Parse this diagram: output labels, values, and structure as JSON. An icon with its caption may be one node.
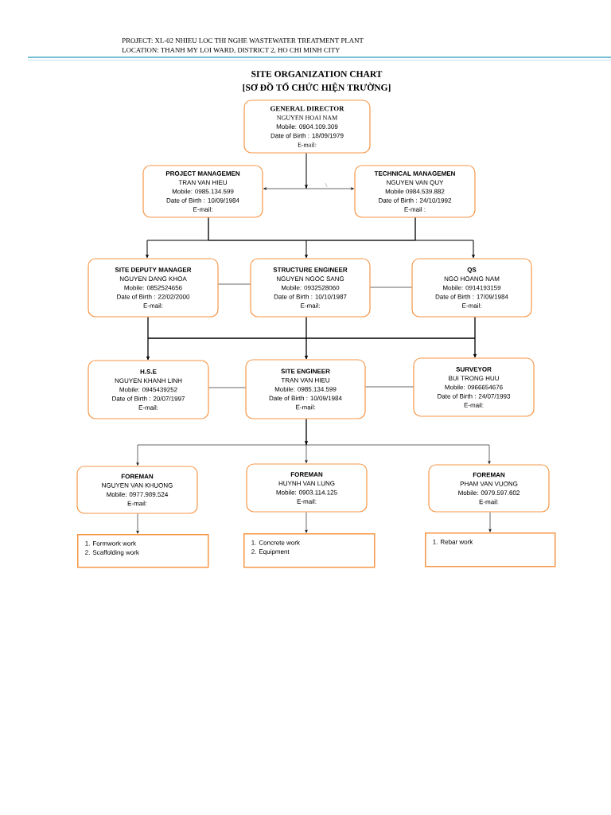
{
  "diagram": {
    "title": "SITE ORGANIZATION CHART [SƠ ĐỒ TỔ CHỨC HIỆN TRƯỜNG]",
    "nodes": [
      {
        "text": [
          "GENERAL DIRECTOR",
          "NGUYEN HOAI NAM",
          "Mobile: 0904.109.309",
          "Date of Birth : 18/09/1979",
          "E-mail:"
        ]
      },
      {
        "text": [
          "PROJECT MANAGEMEN",
          "TRAN VAN HIEU",
          "Mobile: 0985.134.599",
          "Date of Birth : 10/09/1984",
          "E-mail:"
        ]
      },
      {
        "text": [
          "TECHNICAL MANAGEMEN",
          "NGUYEN VAN QUY",
          "Mobile 0984.539.882",
          "Date of Birth : 24/10/1992",
          "E-mail :"
        ]
      },
      {
        "text": [
          "SITE DEPUTY MANAGER",
          "NGUYEN DANG KHOA",
          "Mobile: 0852524656",
          "Date of Birth : 22/02/2000",
          "E-mail:"
        ]
      },
      {
        "text": [
          "STRUCTURE ENGINEER",
          "NGUYEN NGOC SANG",
          "Mobile: 0932528060",
          "Date of Birth : 10/10/1987",
          "E-mail:"
        ]
      },
      {
        "text": [
          "QS",
          "NGO HOANG NAM",
          "Mobile: 0914193159",
          "Date of Birth : 17/09/1984",
          "E-mail:"
        ]
      },
      {
        "text": [
          "H.S.E",
          "NGUYEN KHANH LINH",
          "Mobile: 0945439252",
          "Date of Birth : 20/07/1997",
          "E-mail:"
        ]
      },
      {
        "text": [
          "SITE ENGINEER",
          "TRAN VAN HIEU",
          "Mobile: 0985.134.599",
          "Date of Birth : 10/09/1984",
          "E-mail:"
        ]
      },
      {
        "text": [
          "SURVEYOR",
          "BUI TRONG HUU",
          "Mobile: 0966654676",
          "Date of Birth : 24/07/1993",
          "E-mail:"
        ]
      },
      {
        "text": [
          "FOREMAN",
          "NGUYEN VAN KHUONG",
          "Mobile: 0977.989.524",
          "E-mail:"
        ]
      },
      {
        "text": [
          "FOREMAN",
          "HUYNH VAN LUNG",
          "Mobile: 0903.114.125",
          "E-mail:"
        ]
      },
      {
        "text": [
          "FOREMAN",
          "PHAM VAN VUONG",
          "Mobile: 0979.597.602",
          "E-mail:"
        ]
      },
      {
        "text": [
          "1. Formwork work",
          "2. Scaffolding work"
        ]
      },
      {
        "text": [
          "1. Concrete work",
          "2. Equipment"
        ]
      },
      {
        "text": [
          "1. Rebar work"
        ]
      }
    ],
    "edges": [
      {
        "from": 0,
        "to": 1,
        "arrow": "to"
      },
      {
        "from": 0,
        "to": 2,
        "arrow": "to"
      },
      {
        "from": 1,
        "to": 3,
        "arrow": "to"
      },
      {
        "from": 1,
        "to": 4,
        "arrow": "to"
      },
      {
        "from": 1,
        "to": 5,
        "arrow": "to"
      },
      {
        "from": 2,
        "to": 3,
        "arrow": "to"
      },
      {
        "from": 2,
        "to": 4,
        "arrow": "to"
      },
      {
        "from": 2,
        "to": 5,
        "arrow": "to"
      },
      {
        "from": 3,
        "to": 4,
        "arrow": "none"
      },
      {
        "from": 4,
        "to": 5,
        "arrow": "none"
      },
      {
        "from": 3,
        "to": 6,
        "arrow": "to"
      },
      {
        "from": 3,
        "to": 7,
        "arrow": "to"
      },
      {
        "from": 3,
        "to": 8,
        "arrow": "to"
      },
      {
        "from": 4,
        "to": 6,
        "arrow": "to"
      },
      {
        "from": 4,
        "to": 7,
        "arrow": "to"
      },
      {
        "from": 4,
        "to": 8,
        "arrow": "to"
      },
      {
        "from": 5,
        "to": 6,
        "arrow": "to"
      },
      {
        "from": 5,
        "to": 7,
        "arrow": "to"
      },
      {
        "from": 5,
        "to": 8,
        "arrow": "to"
      },
      {
        "from": 6,
        "to": 7,
        "arrow": "none"
      },
      {
        "from": 7,
        "to": 8,
        "arrow": "none"
      },
      {
        "from": 7,
        "to": 9,
        "arrow": "to"
      },
      {
        "from": 7,
        "to": 10,
        "arrow": "to"
      },
      {
        "from": 7,
        "to": 11,
        "arrow": "to"
      },
      {
        "from": 9,
        "to": 12,
        "arrow": "to"
      },
      {
        "from": 10,
        "to": 13,
        "arrow": "to"
      },
      {
        "from": 11,
        "to": 14,
        "arrow": "to"
      }
    ],
    "labels": [
      "PROJECT: XL-02 NHIEU LOC THI NGHE WASTEWATER TREATMENT PLANT",
      "LOCATION: THANH MY LOI WARD, DISTRICT 2, HO CHI MINH CITY"
    ]
  }
}
